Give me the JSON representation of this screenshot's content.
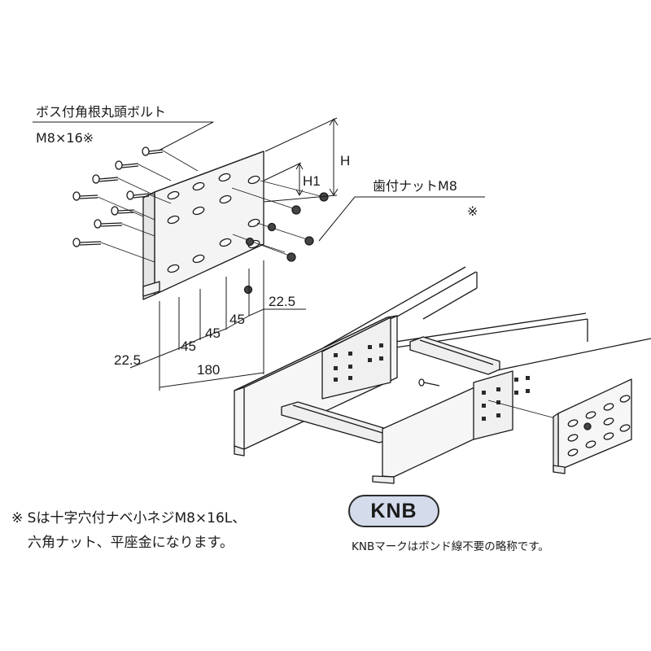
{
  "labels": {
    "bolt_name": "ボス付角根丸頭ボルト",
    "bolt_size": "M8×16※",
    "nut_name": "歯付ナットM8",
    "nut_mark": "※",
    "dim_H": "H",
    "dim_H1": "H1",
    "dim_22_5_a": "22.5",
    "dim_45_a": "45",
    "dim_45_b": "45",
    "dim_45_c": "45",
    "dim_22_5_b": "22.5",
    "dim_180": "180"
  },
  "notes": {
    "note_line1": "※ Sは十字穴付ナベ小ネジM8×16L、",
    "note_line2": "六角ナット、平座金になります。",
    "badge": "KNB",
    "badge_note": "KNBマークはボンド線不要の略称です。"
  },
  "colors": {
    "line": "#1a1a1a",
    "part_fill": "#f2f2f2",
    "badge_fill": "#d4dcec"
  }
}
